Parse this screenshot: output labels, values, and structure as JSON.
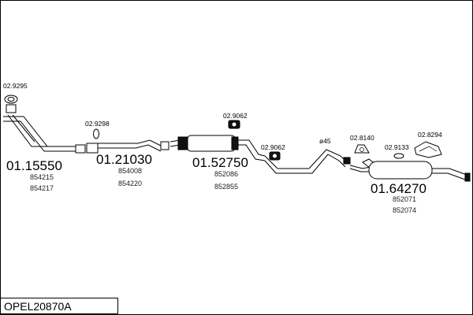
{
  "frame_title": "OPEL20870A",
  "parts": [
    {
      "number": "01.15550",
      "refs": [
        "854215",
        "854217"
      ]
    },
    {
      "number": "01.21030",
      "refs": [
        "854008",
        "854220"
      ]
    },
    {
      "number": "01.52750",
      "refs": [
        "852086",
        "852855"
      ]
    },
    {
      "number": "01.64270",
      "refs": [
        "852071",
        "852074"
      ]
    }
  ],
  "accessories": {
    "a1": "02.9295",
    "a2": "02.9298",
    "a3": "02.9062",
    "a4": "02.9062",
    "a5": "02.8140",
    "a6": "02.9133",
    "a7": "02.8294"
  },
  "diameter_label": "ø45"
}
